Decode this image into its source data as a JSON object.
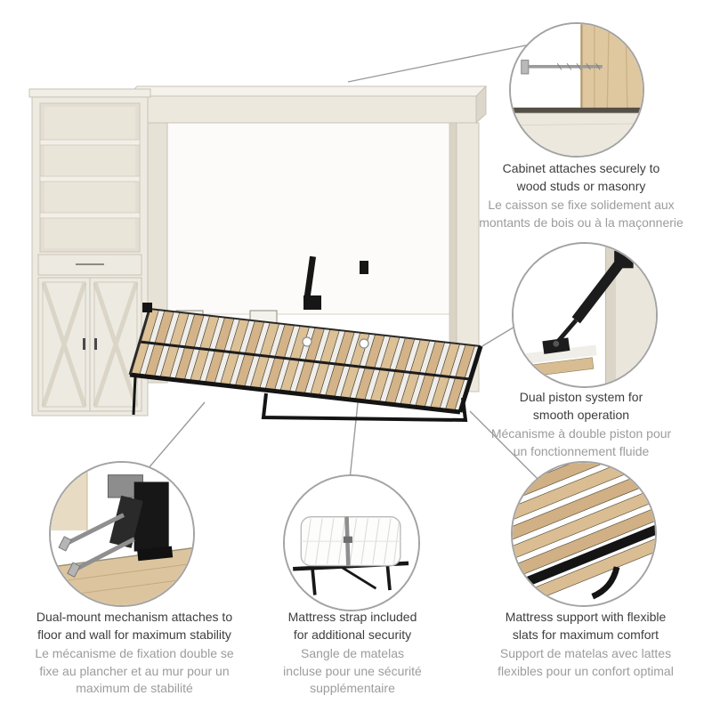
{
  "colors": {
    "cabinet_cream": "#edeae1",
    "wood_tan": "#d8bb8e",
    "metal_black": "#161616",
    "circle_border": "#a3a3a3",
    "connector_line": "#9b9b9b",
    "text_primary": "#3d3d3d",
    "text_secondary": "#9c9c9c"
  },
  "product": {
    "name": "murphy-wall-bed-with-storage-cabinet"
  },
  "callouts": [
    {
      "id": "cabinet-attachment",
      "en_lines": [
        "Cabinet attaches securely to",
        "wood studs or masonry"
      ],
      "fr_lines": [
        "Le caisson se fixe solidement aux",
        "montants de bois ou à la maçonnerie"
      ]
    },
    {
      "id": "dual-piston",
      "en_lines": [
        "Dual piston system for",
        "smooth operation"
      ],
      "fr_lines": [
        "Mécanisme à double piston pour",
        "un fonctionnement fluide"
      ]
    },
    {
      "id": "dual-mount",
      "en_lines": [
        "Dual-mount mechanism attaches to",
        "floor and wall for maximum stability"
      ],
      "fr_lines": [
        "Le mécanisme de fixation double se",
        "fixe au plancher et au mur pour un",
        "maximum de stabilité"
      ]
    },
    {
      "id": "mattress-strap",
      "en_lines": [
        "Mattress strap included",
        "for additional security"
      ],
      "fr_lines": [
        "Sangle de matelas",
        "incluse pour une sécurité",
        "supplémentaire"
      ]
    },
    {
      "id": "mattress-support",
      "en_lines": [
        "Mattress support with flexible",
        "slats for maximum comfort"
      ],
      "fr_lines": [
        "Support de matelas avec lattes",
        "flexibles pour un confort optimal"
      ]
    }
  ]
}
